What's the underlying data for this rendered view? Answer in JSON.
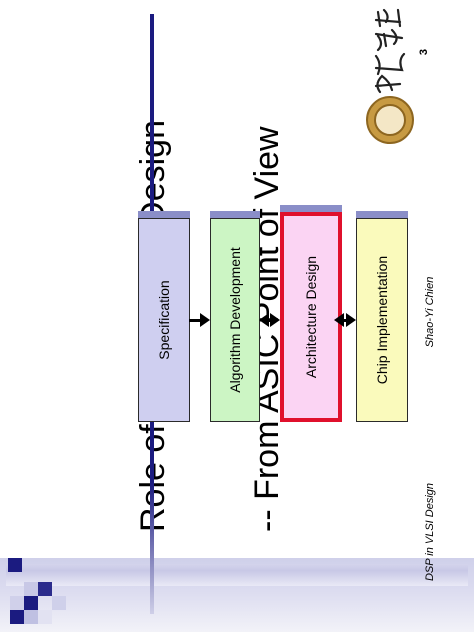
{
  "slide": {
    "title_line1": "Role of Architecture Design",
    "title_line2": "-- From ASIC Point of View",
    "steps": [
      "Specification",
      "Algorithm Development",
      "Architecture Design",
      "Chip Implementation"
    ],
    "highlighted_step": "Architecture Design",
    "footer_left": "DSP in VLSI Design",
    "footer_center": "Shao-Yi Chien",
    "page_number": "3",
    "logo": "university-seal",
    "logo_text": "臺灣大學"
  },
  "colors": {
    "specification_fill": "#cfcff0",
    "algorithm_fill": "#ccf5c4",
    "architecture_fill": "#fbd4f3",
    "architecture_border": "#e0102c",
    "chip_fill": "#fafabc",
    "title_rule": "#1b1b80"
  }
}
